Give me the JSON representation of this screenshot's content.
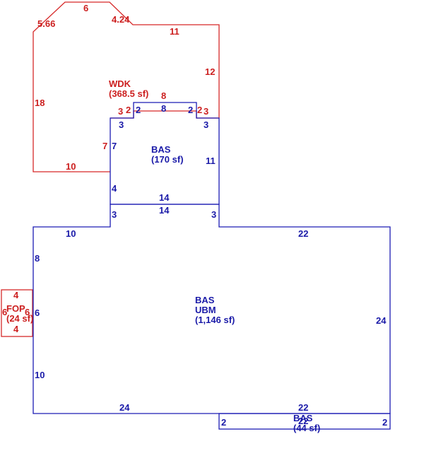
{
  "colors": {
    "red": "#d62828",
    "blue": "#1c1cb4"
  },
  "areas": {
    "wdk": {
      "name": "WDK",
      "area": "(368.5 sf)"
    },
    "bas_upper": {
      "name": "BAS",
      "area": "(170 sf)"
    },
    "bas_main": {
      "name": "BAS",
      "sub": "UBM",
      "area": "(1,146 sf)"
    },
    "bas_strip": {
      "name": "BAS",
      "area": "(44 sf)"
    },
    "fop": {
      "name": "FOP",
      "area": "(24 sf)"
    }
  },
  "dims": {
    "wdk": {
      "top": "6",
      "top_left_diag": "5.66",
      "top_right_diag": "4.24",
      "right_top": "11",
      "right": "12",
      "left": "18",
      "bottom": "10",
      "seg_left": "7",
      "notch_left_a": "3",
      "notch_left_b": "2",
      "notch_top": "8",
      "notch_right_a": "2",
      "notch_right_b": "3"
    },
    "bas_upper": {
      "notch_left_a": "3",
      "notch_left_b": "2",
      "notch_top": "8",
      "notch_right_a": "2",
      "notch_right_b": "3",
      "left_upper": "7",
      "left_lower": "4",
      "right": "11",
      "bottom_inner": "14",
      "bottom_outer": "14",
      "step_left": "3",
      "step_right": "3"
    },
    "bas_main": {
      "top_left": "10",
      "top_right": "22",
      "left_upper": "8",
      "left_mid": "6",
      "left_lower": "10",
      "right": "24",
      "bottom_left": "24",
      "bottom_right": "22"
    },
    "bas_strip": {
      "top": "22",
      "left": "2",
      "right": "2"
    },
    "fop": {
      "top": "4",
      "bottom": "4",
      "left": "6",
      "right": "6"
    }
  }
}
